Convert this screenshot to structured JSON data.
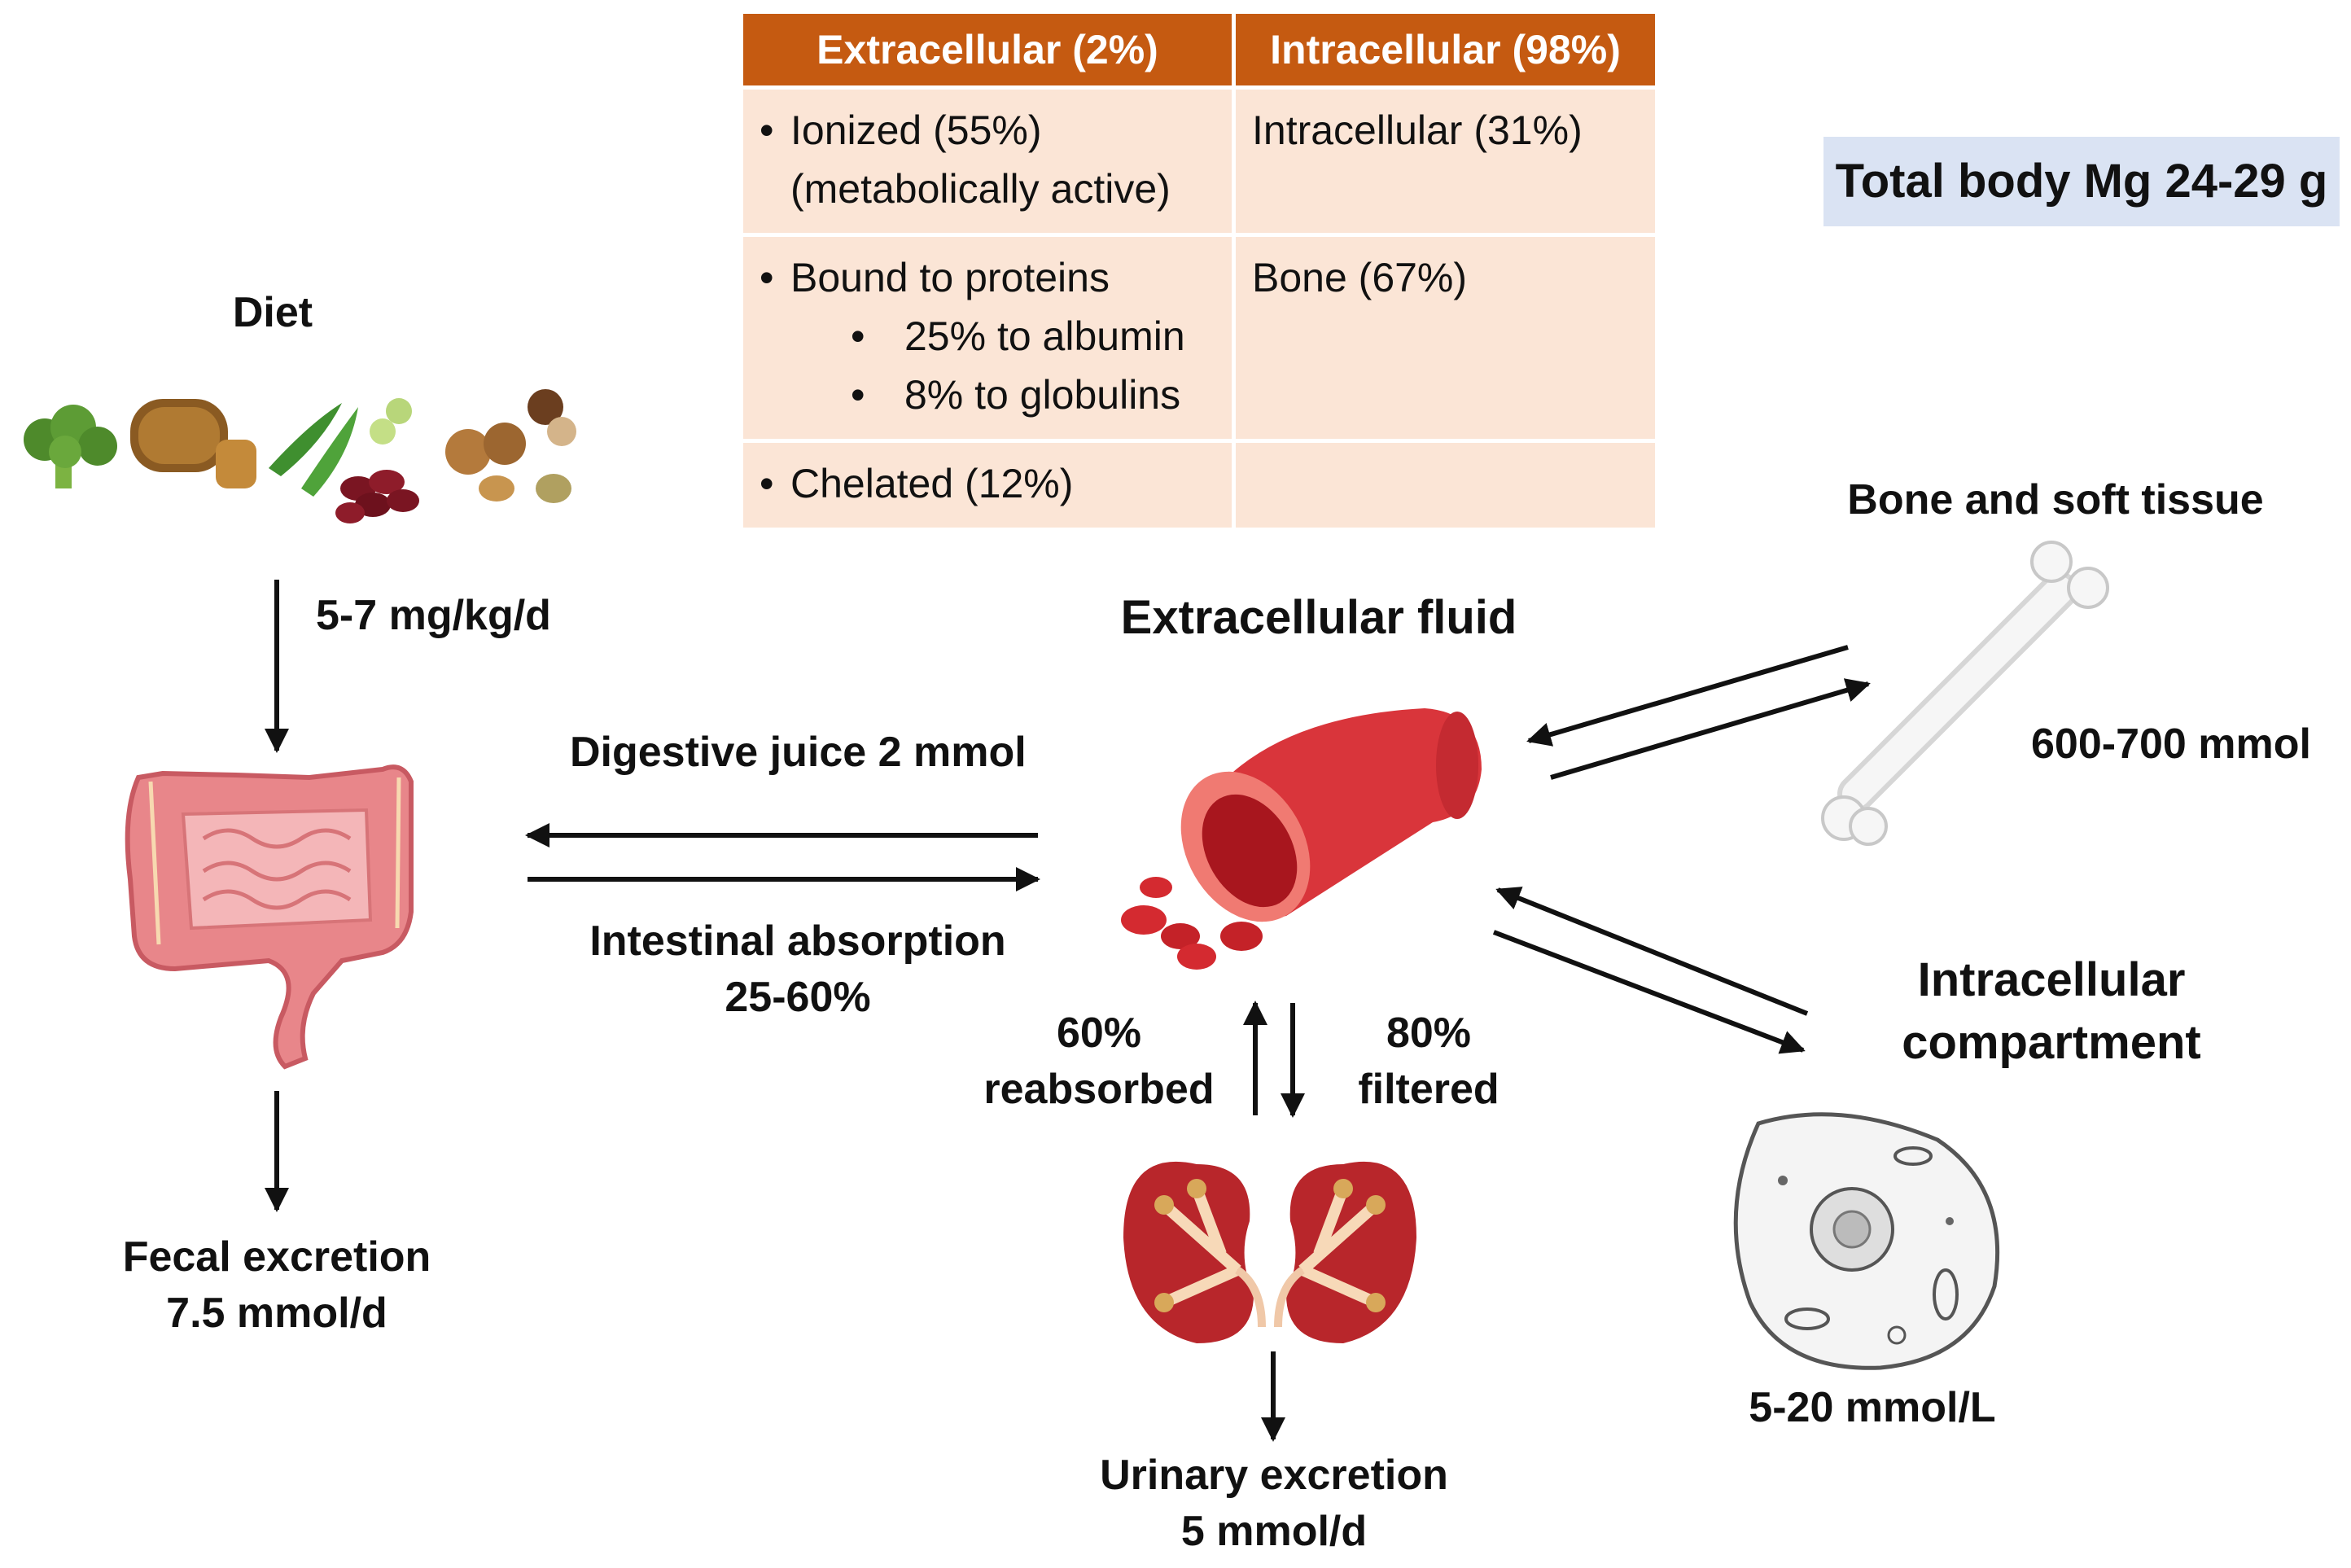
{
  "table": {
    "headers": [
      "Extracellular (2%)",
      "Intracellular (98%)"
    ],
    "rows": [
      {
        "ec": [
          "Ionized (55%)",
          "(metabolically active)"
        ],
        "ic": "Intracellular (31%)"
      },
      {
        "ec": [
          "Bound to proteins",
          "25% to albumin",
          "8% to globulins"
        ],
        "ic": "Bone (67%)"
      },
      {
        "ec": [
          "Chelated (12%)"
        ],
        "ic": ""
      }
    ]
  },
  "total_body": "Total body Mg 24-29 g",
  "diet": {
    "title": "Diet",
    "intake": "5-7 mg/kg/d"
  },
  "fecal": {
    "line1": "Fecal excretion",
    "line2": "7.5 mmol/d"
  },
  "gut_exchange": {
    "digestive": "Digestive juice 2 mmol",
    "absorption1": "Intestinal absorption",
    "absorption2": "25-60%"
  },
  "ecf": {
    "title": "Extracellular fluid"
  },
  "kidney": {
    "reabsorbed_pct": "60%",
    "reabsorbed": "reabsorbed",
    "filtered_pct": "80%",
    "filtered": "filtered"
  },
  "urinary": {
    "line1": "Urinary excretion",
    "line2": "5 mmol/d"
  },
  "bone": {
    "title": "Bone and soft tissue",
    "amount": "600-700 mmol"
  },
  "intracellular": {
    "line1": "Intracellular",
    "line2": "compartment",
    "amount": "5-20 mmol/L"
  },
  "colors": {
    "header": "#c55a11",
    "cell": "#fbe5d6",
    "total_box": "#dae3f3",
    "vessel": "#d9353b",
    "kidney": "#b8262b"
  }
}
